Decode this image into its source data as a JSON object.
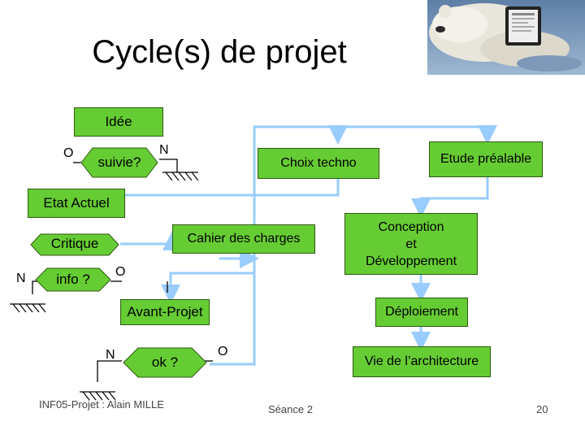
{
  "title": "Cycle(s) de projet",
  "colors": {
    "box_fill": "#66cc33",
    "line": "#99ccff"
  },
  "nodes": {
    "idee": "Idée",
    "suivie": "suivie?",
    "choix_techno": "Choix techno",
    "etude_prealable": "Etude préalable",
    "etat_actuel": "Etat Actuel",
    "critique": "Critique",
    "info": "info ?",
    "cahier_charges": "Cahier des charges",
    "conception": "Conception\net\nDéveloppement",
    "avant_projet": "Avant-Projet",
    "deploiement": "Déploiement",
    "ok": "ok ?",
    "vie_architecture": "Vie de l’architecture"
  },
  "labels": {
    "o1": "O",
    "n1": "N",
    "n2": "N",
    "o2": "O",
    "n3": "N",
    "o3": "O"
  },
  "footer": {
    "left": "INF05-Projet : Alain MILLE",
    "center": "Séance 2",
    "page": "20"
  }
}
